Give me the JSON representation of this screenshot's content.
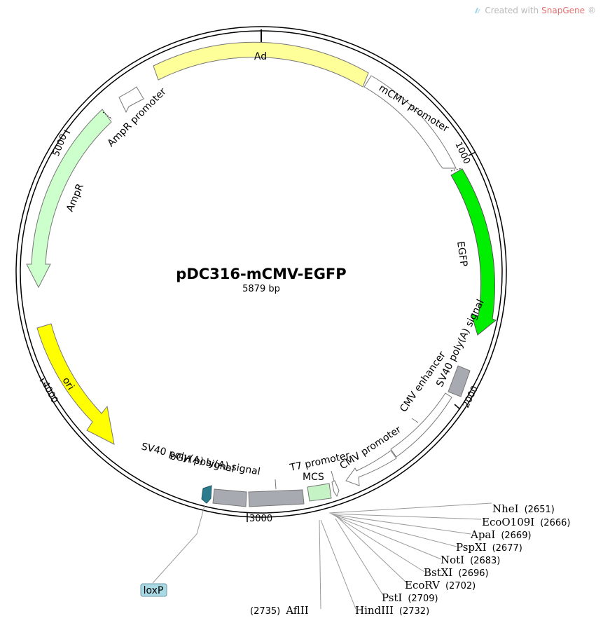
{
  "watermark": {
    "prefix": "Created with ",
    "brand": "SnapGene",
    "suffix": "®"
  },
  "plasmid": {
    "name": "pDC316-mCMV-EGFP",
    "size_label": "5879 bp",
    "length": 5879
  },
  "ticks": [
    {
      "label": "1000"
    },
    {
      "label": "2000"
    },
    {
      "label": "3000"
    },
    {
      "label": "4000"
    },
    {
      "label": "5000"
    }
  ],
  "features": [
    {
      "id": "ad",
      "label": "Ad",
      "color": "#ffff99"
    },
    {
      "id": "mcmv-promoter",
      "label": "mCMV promoter",
      "color": "#ffffff"
    },
    {
      "id": "egfp",
      "label": "EGFP",
      "color": "#00ee00"
    },
    {
      "id": "sv40-polya-right",
      "label": "SV40 poly(A) signal",
      "color": "#a7aab1"
    },
    {
      "id": "cmv-enhancer",
      "label": "CMV enhancer",
      "color": "#ffffff"
    },
    {
      "id": "cmv-promoter",
      "label": "CMV promoter",
      "color": "#ffffff"
    },
    {
      "id": "t7-promoter",
      "label": "T7 promoter",
      "color": "#ffffff"
    },
    {
      "id": "mcs",
      "label": "MCS",
      "color": "#c6f3c6"
    },
    {
      "id": "bgh-polya",
      "label": "bGH poly(A) signal",
      "color": "#a7aab1"
    },
    {
      "id": "sv40-polya-left",
      "label": "SV40 poly(A) signal",
      "color": "#a7aab1"
    },
    {
      "id": "loxp",
      "label": "loxP",
      "color": "#2b7c8c"
    },
    {
      "id": "ori",
      "label": "ori",
      "color": "#ffff00"
    },
    {
      "id": "ampr",
      "label": "AmpR",
      "color": "#ccffcc"
    },
    {
      "id": "ampr-promoter",
      "label": "AmpR promoter",
      "color": "#ffffff"
    }
  ],
  "restriction_sites": [
    {
      "name": "NheI",
      "position": "(2651)"
    },
    {
      "name": "EcoO109I",
      "position": "(2666)"
    },
    {
      "name": "ApaI",
      "position": "(2669)"
    },
    {
      "name": "PspXI",
      "position": "(2677)"
    },
    {
      "name": "NotI",
      "position": "(2683)"
    },
    {
      "name": "BstXI",
      "position": "(2696)"
    },
    {
      "name": "EcoRV",
      "position": "(2702)"
    },
    {
      "name": "PstI",
      "position": "(2709)"
    },
    {
      "name": "HindIII",
      "position": "(2732)"
    },
    {
      "name": "AflII",
      "position": "(2735)"
    }
  ],
  "colors": {
    "backbone": "#000000",
    "loxp_label_bg": "#a9d9e4",
    "site_line": "#9a9a9a"
  }
}
